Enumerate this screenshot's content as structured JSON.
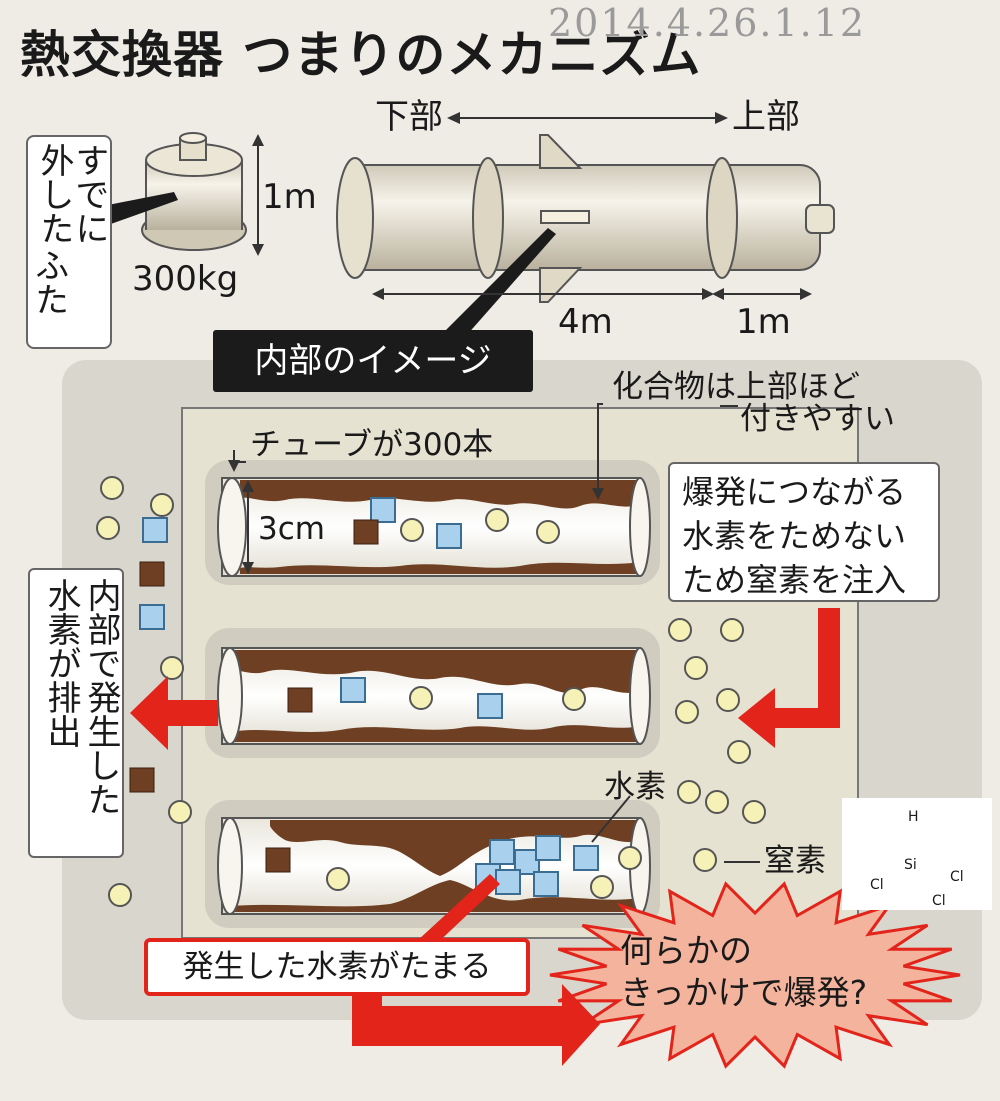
{
  "title": "熱交換器 つまりのメカニズム",
  "handwritten_date": "2014.4.26.1.12",
  "overview": {
    "lower_label": "下部",
    "upper_label": "上部",
    "length_main": "4m",
    "length_top": "1m"
  },
  "lid": {
    "caption": [
      "すでに",
      "外した",
      "ふた"
    ],
    "height": "1m",
    "weight": "300kg"
  },
  "interior_label": "内部のイメージ",
  "annotations": {
    "tubes": "チューブが300本",
    "tube_diameter": "3cm",
    "compound": [
      "化合物は上部ほど",
      "付きやすい"
    ],
    "nitrogen_purpose": [
      "爆発につながる",
      "水素をためない",
      "ため窒素を注入"
    ],
    "hydrogen_exhaust": [
      "内部で発生した",
      "水素が排出"
    ],
    "hydrogen_label": "水素",
    "nitrogen_label": "窒素",
    "accumulate": "発生した水素がたまる",
    "explosion": [
      "何らかの",
      "きっかけで爆発?"
    ]
  },
  "molecule": {
    "atoms": [
      "H",
      "Si",
      "Cl",
      "Cl",
      "Cl"
    ]
  },
  "colors": {
    "deposit": "#6e3f22",
    "hydrogen": "#a9d0ec",
    "nitrogen": "#f6f1b6",
    "arrow_red": "#e2241b",
    "burst_fill": "#f3b39d",
    "panel": "#d9d6cd",
    "inner_panel": "#e6e2d2"
  }
}
